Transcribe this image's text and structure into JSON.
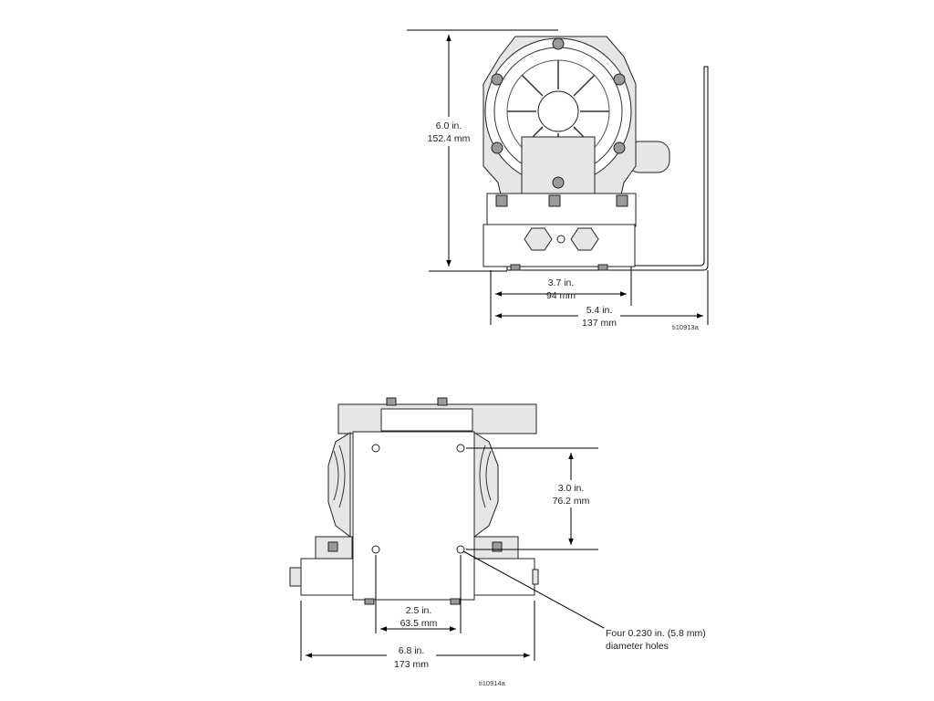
{
  "top_view": {
    "height_in": "6.0 in.",
    "height_mm": "152.4 mm",
    "width_inner_in": "3.7 in.",
    "width_inner_mm": "94 mm",
    "width_outer_in": "5.4 in.",
    "width_outer_mm": "137 mm",
    "figure_id": "ti10913a"
  },
  "bottom_view": {
    "hole_vertical_in": "3.0 in.",
    "hole_vertical_mm": "76.2 mm",
    "hole_horizontal_in": "2.5 in.",
    "hole_horizontal_mm": "63.5 mm",
    "overall_width_in": "6.8 in.",
    "overall_width_mm": "173 mm",
    "holes_note_line1": "Four 0.230 in. (5.8 mm)",
    "holes_note_line2": "diameter holes",
    "figure_id": "ti10914a"
  }
}
